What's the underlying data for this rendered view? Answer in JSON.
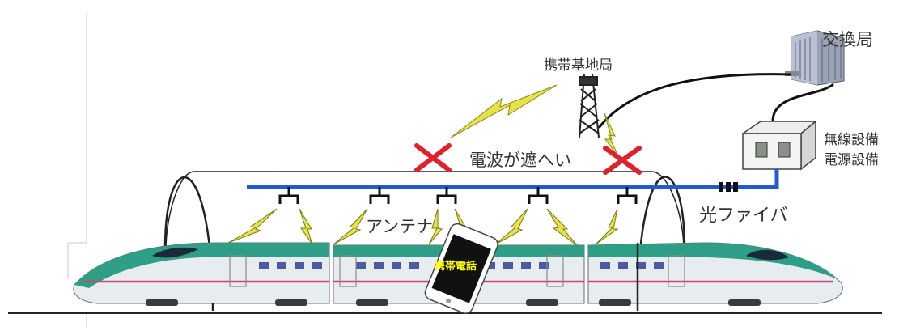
{
  "labels": {
    "exchange": "交換局",
    "base_station": "携帯基地局",
    "radio_equipment": "無線設備",
    "power_equipment": "電源設備",
    "blocked": "電波が遮へい",
    "optical_fiber": "光ファイバ",
    "antenna": "アンテナ",
    "mobile_phone": "携帯電話"
  },
  "colors": {
    "fiber": "#1f5bd6",
    "train_teal": "#2e9e86",
    "train_body": "#e6ecef",
    "stripe_pink": "#d7436a",
    "signal_yellow": "#e6e34a",
    "cross_red": "#e0202a",
    "phone_label": "#ffff00"
  }
}
